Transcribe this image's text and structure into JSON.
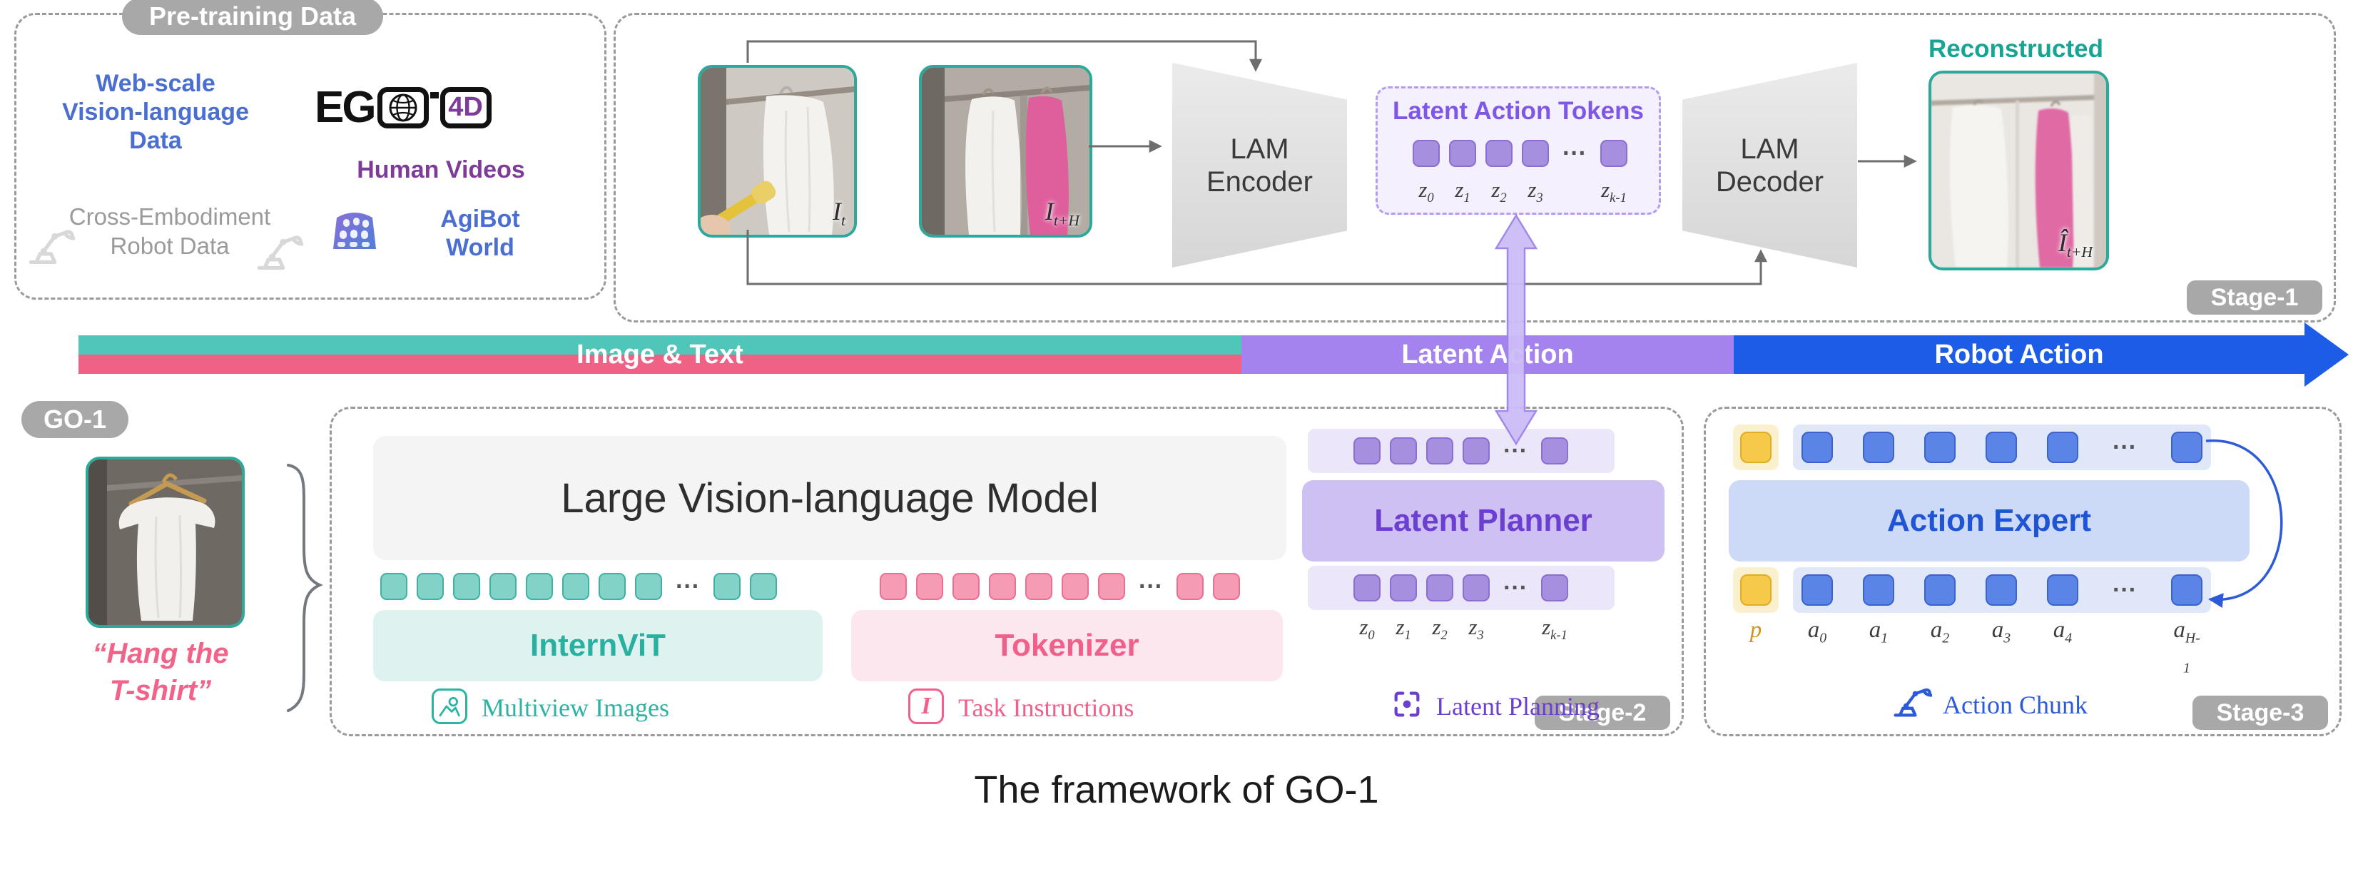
{
  "ellipsis": "···",
  "caption": "The framework of GO-1",
  "pretraining": {
    "title": "Pre-training Data",
    "web_scale": "Web-scale\nVision-language\nData",
    "ego": {
      "eg": "EG",
      "fourd": "4D"
    },
    "human_videos": "Human Videos",
    "cross_embodiment": "Cross-Embodiment\nRobot Data",
    "agibot": "AgiBot\nWorld"
  },
  "stage1": {
    "badge": "Stage-1",
    "encoder": "LAM\nEncoder",
    "decoder": "LAM\nDecoder",
    "frame_t": {
      "b": "I",
      "s": "t"
    },
    "frame_th": {
      "b": "I",
      "s": "t+H"
    },
    "recon_title": "Reconstructed",
    "recon_label": {
      "b": "Î",
      "s": "t+H"
    },
    "latent_box": {
      "title": "Latent Action Tokens",
      "labels": [
        {
          "b": "z",
          "s": "0"
        },
        {
          "b": "z",
          "s": "1"
        },
        {
          "b": "z",
          "s": "2"
        },
        {
          "b": "z",
          "s": "3"
        },
        {
          "b": "z",
          "s": "k-1"
        }
      ]
    }
  },
  "bar": {
    "image_text": "Image & Text",
    "latent_action": "Latent Action",
    "robot_action": "Robot Action"
  },
  "go1": {
    "badge": "GO-1",
    "instruction": "“Hang the\nT-shirt”"
  },
  "stage2": {
    "badge": "Stage-2",
    "vlm": "Large Vision-language Model",
    "internvit": "InternViT",
    "tokenizer": "Tokenizer",
    "multiview": "Multiview Images",
    "task_instructions": "Task Instructions",
    "task_icon": "I",
    "planner": "Latent Planner",
    "planning": "Latent Planning",
    "z_labels": [
      {
        "b": "z",
        "s": "0"
      },
      {
        "b": "z",
        "s": "1"
      },
      {
        "b": "z",
        "s": "2"
      },
      {
        "b": "z",
        "s": "3"
      },
      {
        "b": "z",
        "s": "k-1"
      }
    ]
  },
  "stage3": {
    "badge": "Stage-3",
    "expert": "Action Expert",
    "chunk": "Action Chunk",
    "labels": [
      {
        "b": "p",
        "s": ""
      },
      {
        "b": "a",
        "s": "0"
      },
      {
        "b": "a",
        "s": "1"
      },
      {
        "b": "a",
        "s": "2"
      },
      {
        "b": "a",
        "s": "3"
      },
      {
        "b": "a",
        "s": "4"
      },
      {
        "b": "a",
        "s": "H-1"
      }
    ]
  }
}
